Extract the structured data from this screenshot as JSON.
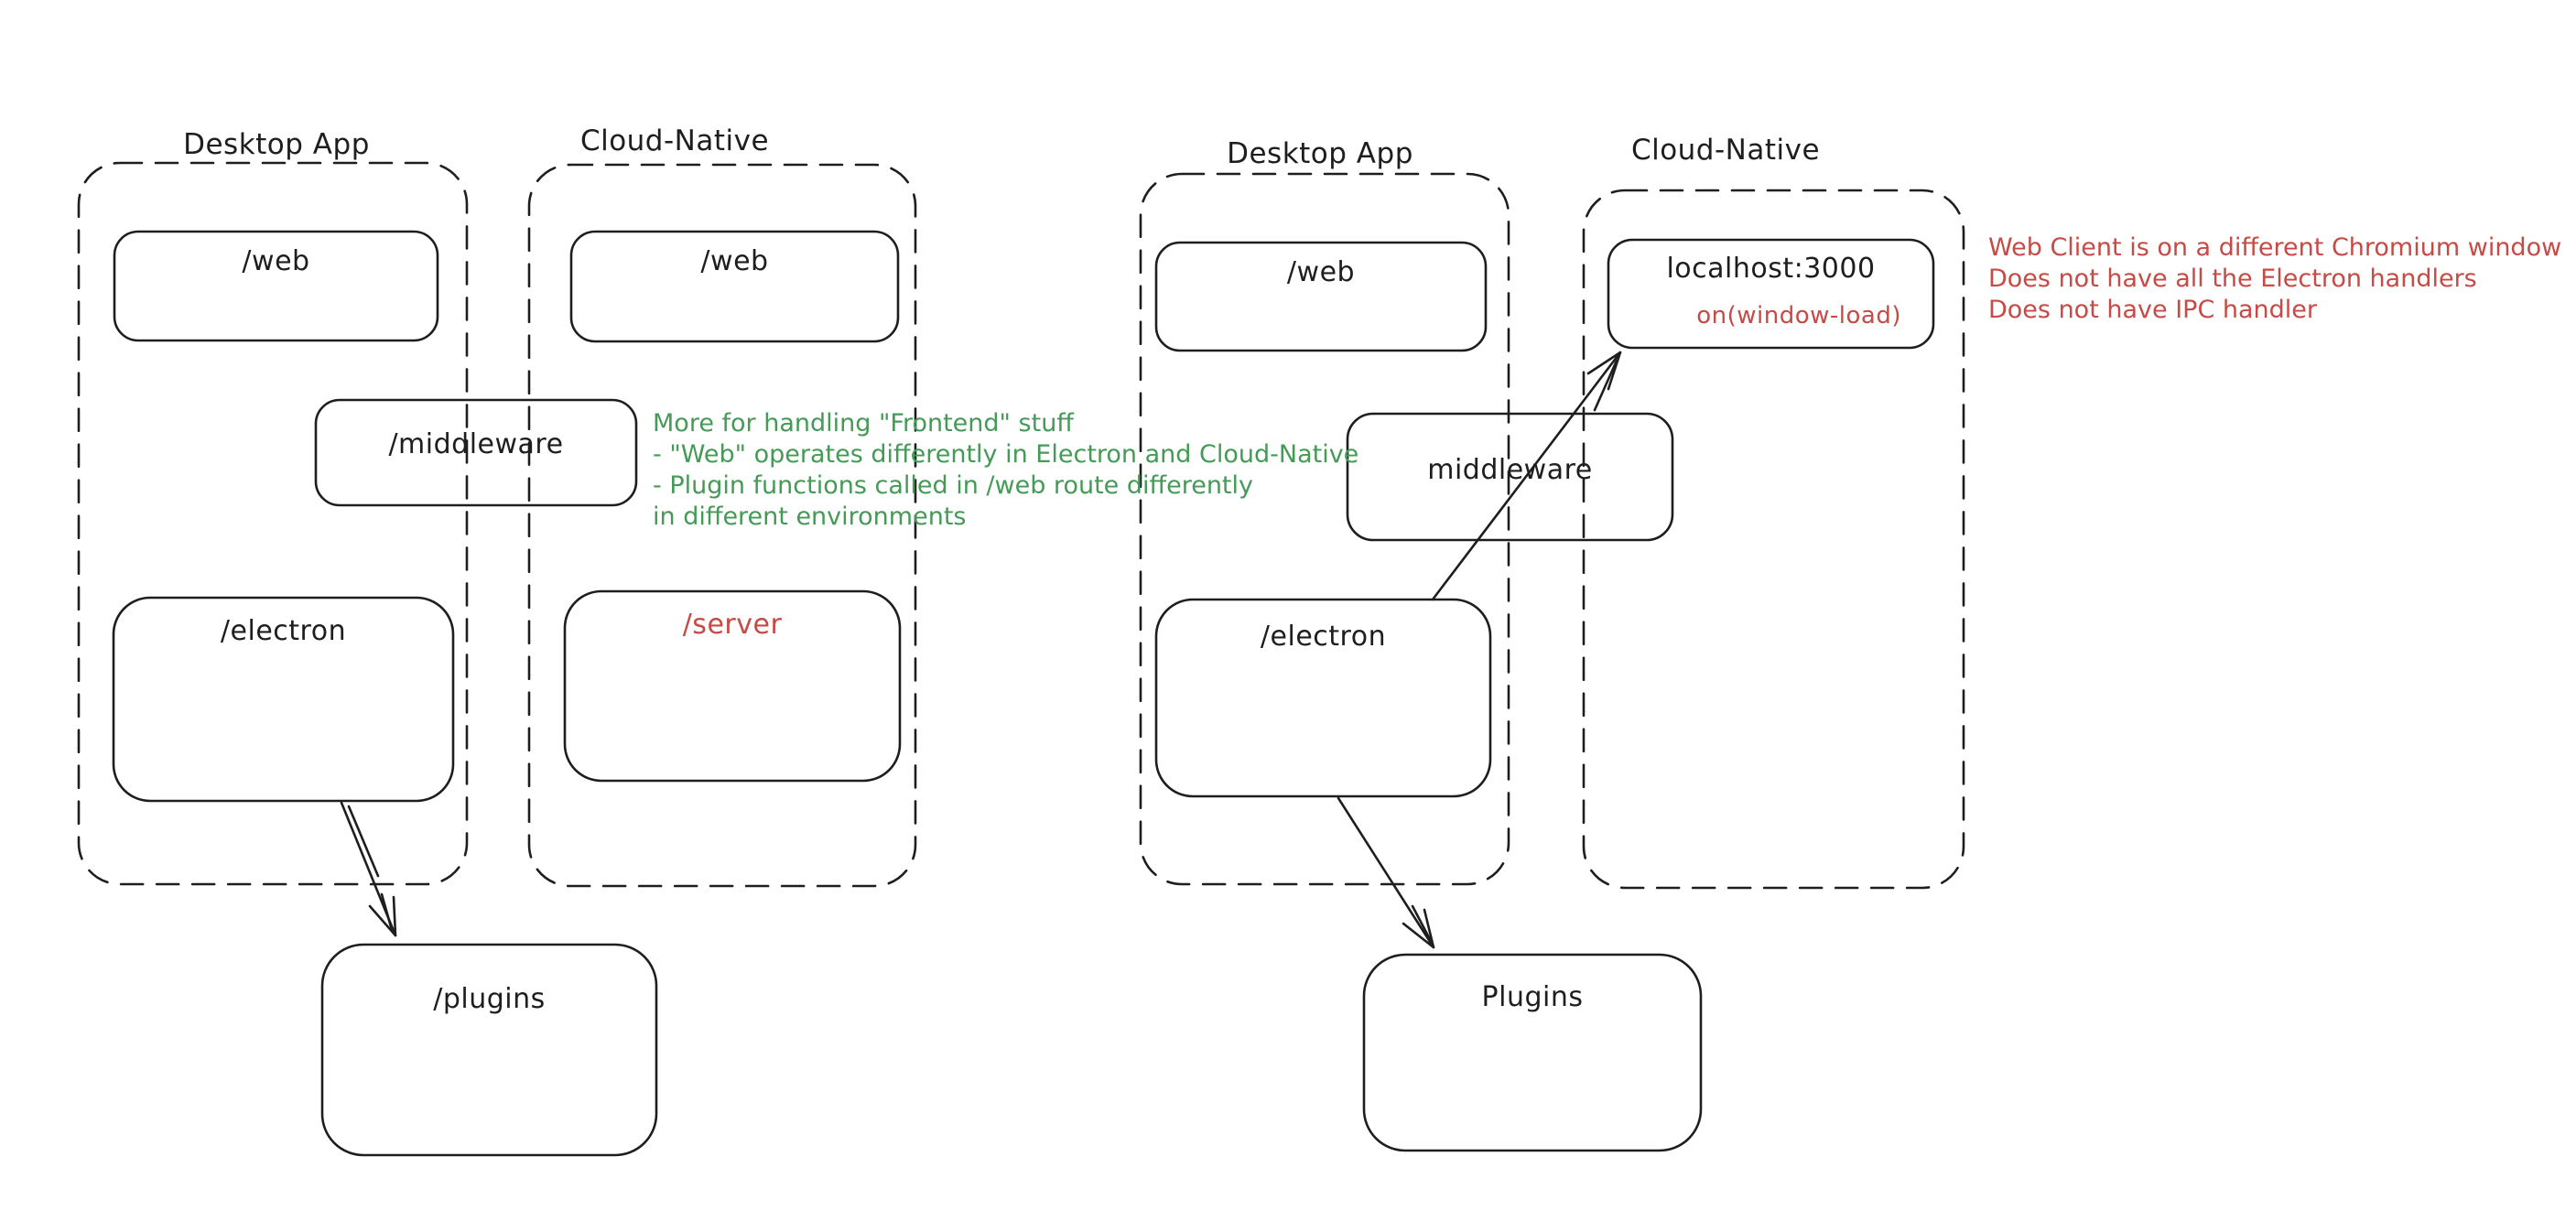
{
  "colors": {
    "ink": "#1e1e1e",
    "red": "#c64a45",
    "green": "#449a56",
    "background": "#ffffff"
  },
  "left_diagram": {
    "desktop_container_label": "Desktop App",
    "cloud_container_label": "Cloud-Native",
    "web_desktop_box": "/web",
    "web_cloud_box": "/web",
    "middleware_box": "/middleware",
    "electron_box": "/electron",
    "server_box": "/server",
    "plugins_box": "/plugins",
    "green_note_lines": [
      "More for handling \"Frontend\" stuff",
      "- \"Web\" operates differently in Electron and Cloud-Native",
      "- Plugin functions called in /web route differently",
      "in different environments"
    ]
  },
  "right_diagram": {
    "desktop_container_label": "Desktop App",
    "cloud_container_label": "Cloud-Native",
    "web_desktop_box": "/web",
    "localhost_box": "localhost:3000",
    "localhost_sub_label": "on(window-load)",
    "middleware_box": "middleware",
    "electron_box": "/electron",
    "plugins_box": "Plugins",
    "red_note_lines": [
      "Web Client is on a different Chromium window",
      "Does not have all the Electron handlers",
      "Does not have IPC handler"
    ]
  }
}
